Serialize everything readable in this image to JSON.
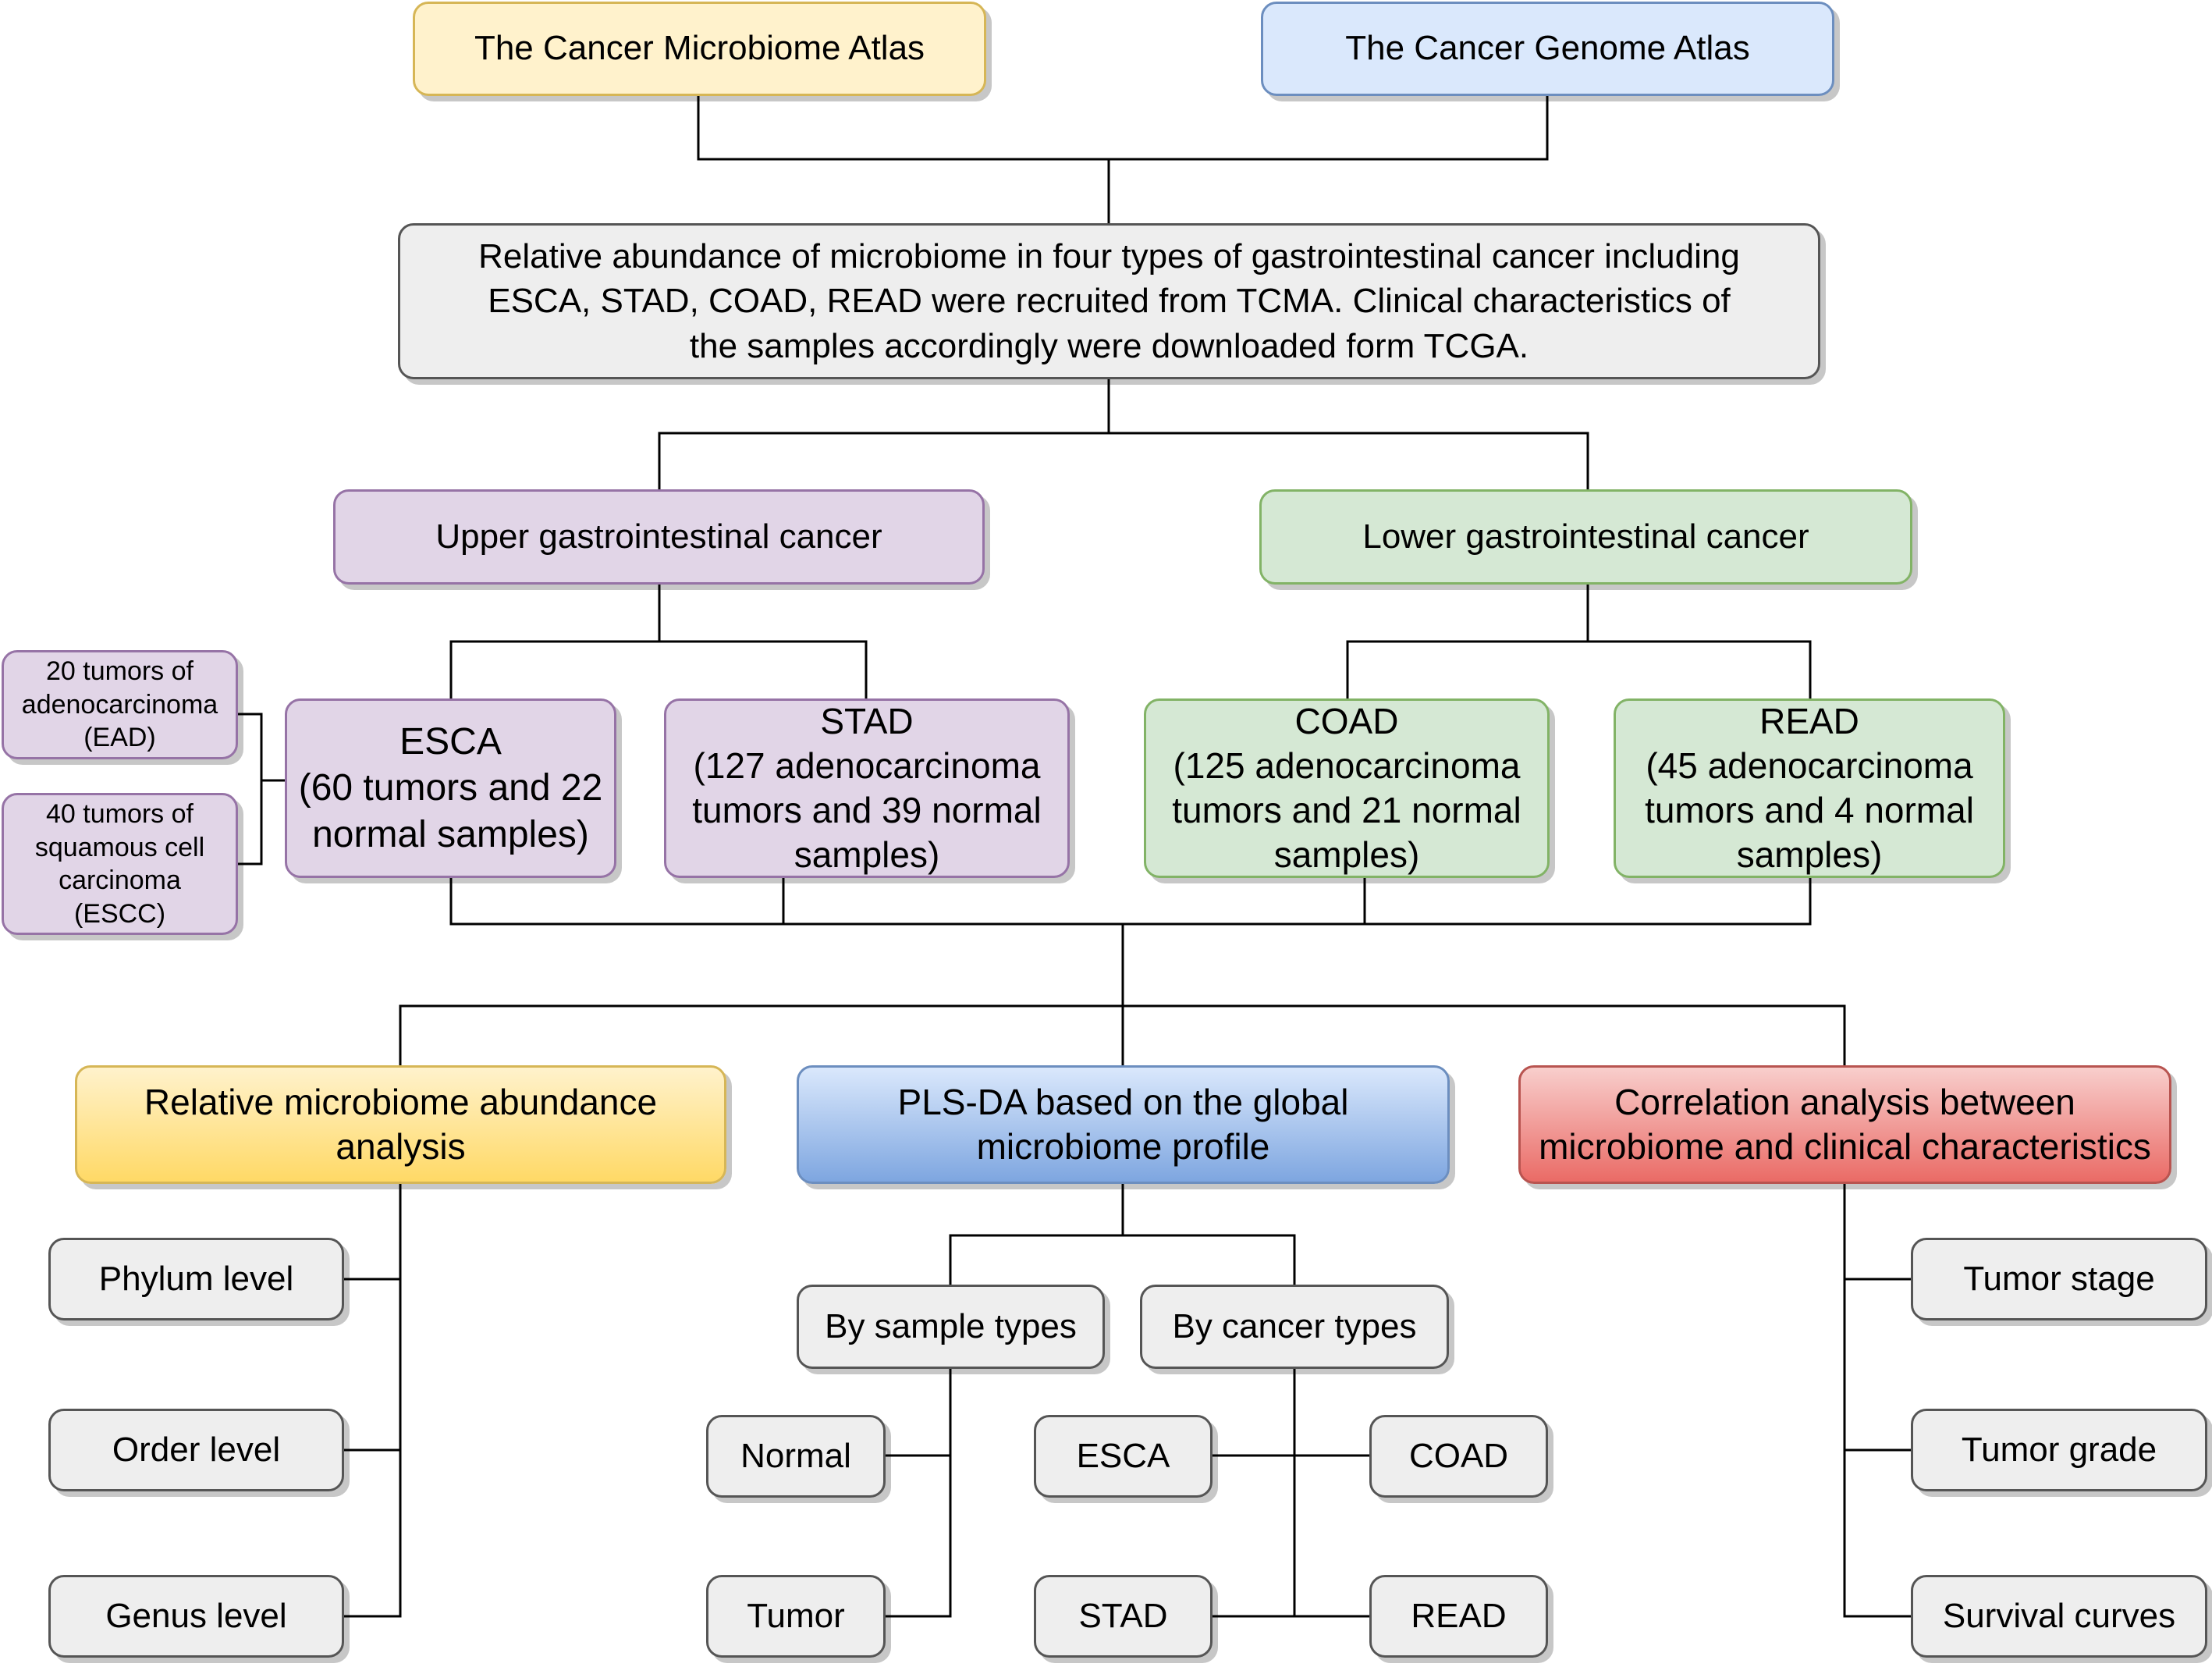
{
  "sources": {
    "tcma": "The Cancer Microbiome Atlas",
    "tcga": "The Cancer Genome Atlas"
  },
  "summary": "Relative abundance of microbiome in four types of gastrointestinal cancer including\nESCA, STAD, COAD, READ were recruited from TCMA. Clinical characteristics of\nthe samples accordingly were downloaded form TCGA.",
  "groups": {
    "upper": "Upper gastrointestinal cancer",
    "lower": "Lower gastrointestinal cancer"
  },
  "cancers": {
    "esca": "ESCA\n(60 tumors and 22\nnormal samples)",
    "stad": "STAD\n(127 adenocarcinoma\ntumors and 39 normal\nsamples)",
    "coad": "COAD\n(125 adenocarcinoma\ntumors and 21 normal\nsamples)",
    "read": "READ\n(45 adenocarcinoma\ntumors and 4 normal\nsamples)"
  },
  "esca_subtypes": {
    "ead": "20 tumors of\nadenocarcinoma\n(EAD)",
    "escc": "40 tumors of\nsquamous cell\ncarcinoma\n(ESCC)"
  },
  "analyses": {
    "abundance": "Relative microbiome abundance\nanalysis",
    "plsda": "PLS-DA based on the global\nmicrobiome profile",
    "correlation": "Correlation analysis between\nmicrobiome and clinical characteristics"
  },
  "levels": [
    "Phylum level",
    "Order level",
    "Genus level"
  ],
  "plsda_split": {
    "by_sample": "By sample types",
    "by_cancer": "By cancer types"
  },
  "sample_types": [
    "Normal",
    "Tumor"
  ],
  "cancer_types": [
    "ESCA",
    "COAD",
    "STAD",
    "READ"
  ],
  "clinical": [
    "Tumor stage",
    "Tumor grade",
    "Survival curves"
  ],
  "colors": {
    "tcma_fill": "#fff2cc",
    "tcga_fill": "#dae8fc",
    "upper_fill": "#e1d5e7",
    "lower_fill": "#d5e8d4",
    "abundance_fill": "#ffd966",
    "plsda_fill": "#7ea6e0",
    "correlation_fill": "#ea6b66",
    "leaf_fill": "#eeeeee"
  }
}
